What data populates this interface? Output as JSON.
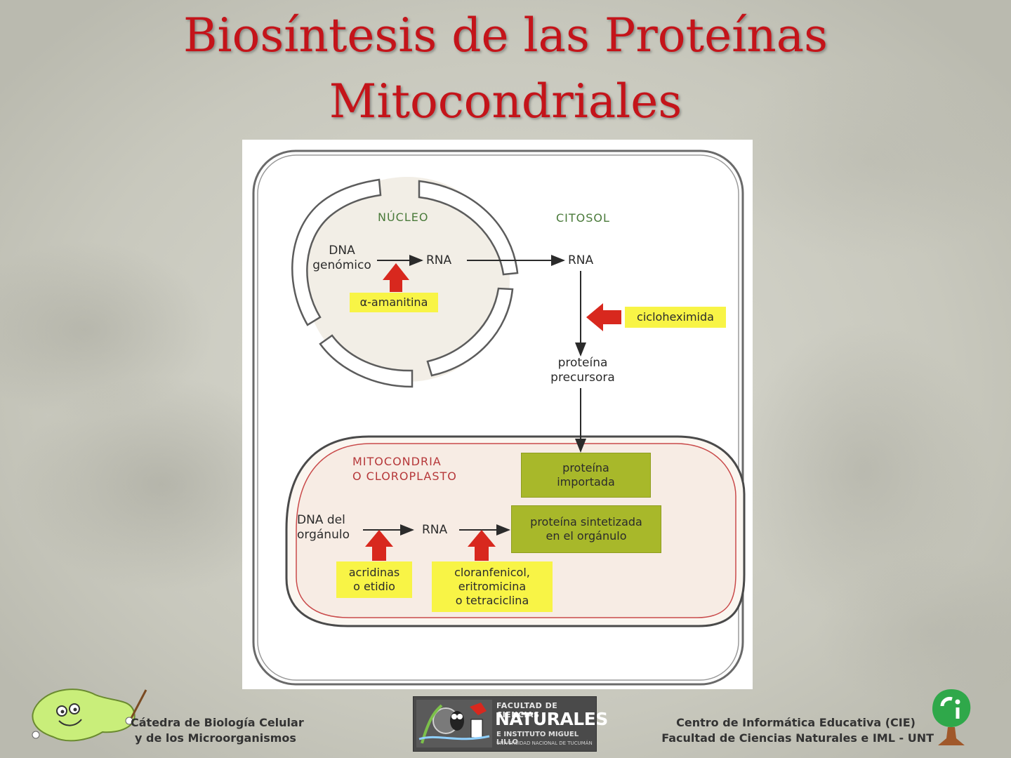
{
  "title": {
    "line1": "Biosíntesis de las Proteínas",
    "line2": "Mitocondriales"
  },
  "diagram": {
    "regions": {
      "nucleus": "NÚCLEO",
      "cytosol": "CITOSOL",
      "organelle_line1": "MITOCONDRIA",
      "organelle_line2": "O CLOROPLASTO"
    },
    "nodes": {
      "dna_genomic_line1": "DNA",
      "dna_genomic_line2": "genómico",
      "rna_nucleus": "RNA",
      "rna_cytosol": "RNA",
      "precursor_line1": "proteína",
      "precursor_line2": "precursora",
      "dna_organelle_line1": "DNA del",
      "dna_organelle_line2": "orgánulo",
      "rna_organelle": "RNA",
      "imported_line1": "proteína",
      "imported_line2": "importada",
      "synth_line1": "proteína sintetizada",
      "synth_line2": "en el orgánulo"
    },
    "inhibitors": {
      "amanitin": "α-amanitina",
      "cycloheximide": "cicloheximida",
      "acridines_line1": "acridinas",
      "acridines_line2": "o etidio",
      "chloramphenicol_line1": "cloranfenicol,",
      "chloramphenicol_line2": "eritromicina",
      "chloramphenicol_line3": "o tetraciclina"
    },
    "colors": {
      "inhibitor_box": "#f8f446",
      "product_box": "#a8b82a",
      "arrow_red": "#d8281e",
      "cell_outline": "#6a6a6a",
      "organelle_inner_line": "#c94a4a",
      "organelle_fill": "#f7ece4"
    }
  },
  "footer": {
    "left_line1": "Cátedra de Biología Celular",
    "left_line2": "y de los Microorganismos",
    "center_line1": "FACULTAD DE CIENCIAS",
    "center_line2": "NATURALES",
    "center_line3": "E INSTITUTO MIGUEL LILLO",
    "center_line4": "UNIVERSIDAD NACIONAL DE TUCUMÁN",
    "right_line1": "Centro de Informática Educativa (CIE)",
    "right_line2": "Facultad de Ciencias Naturales e IML - UNT"
  }
}
